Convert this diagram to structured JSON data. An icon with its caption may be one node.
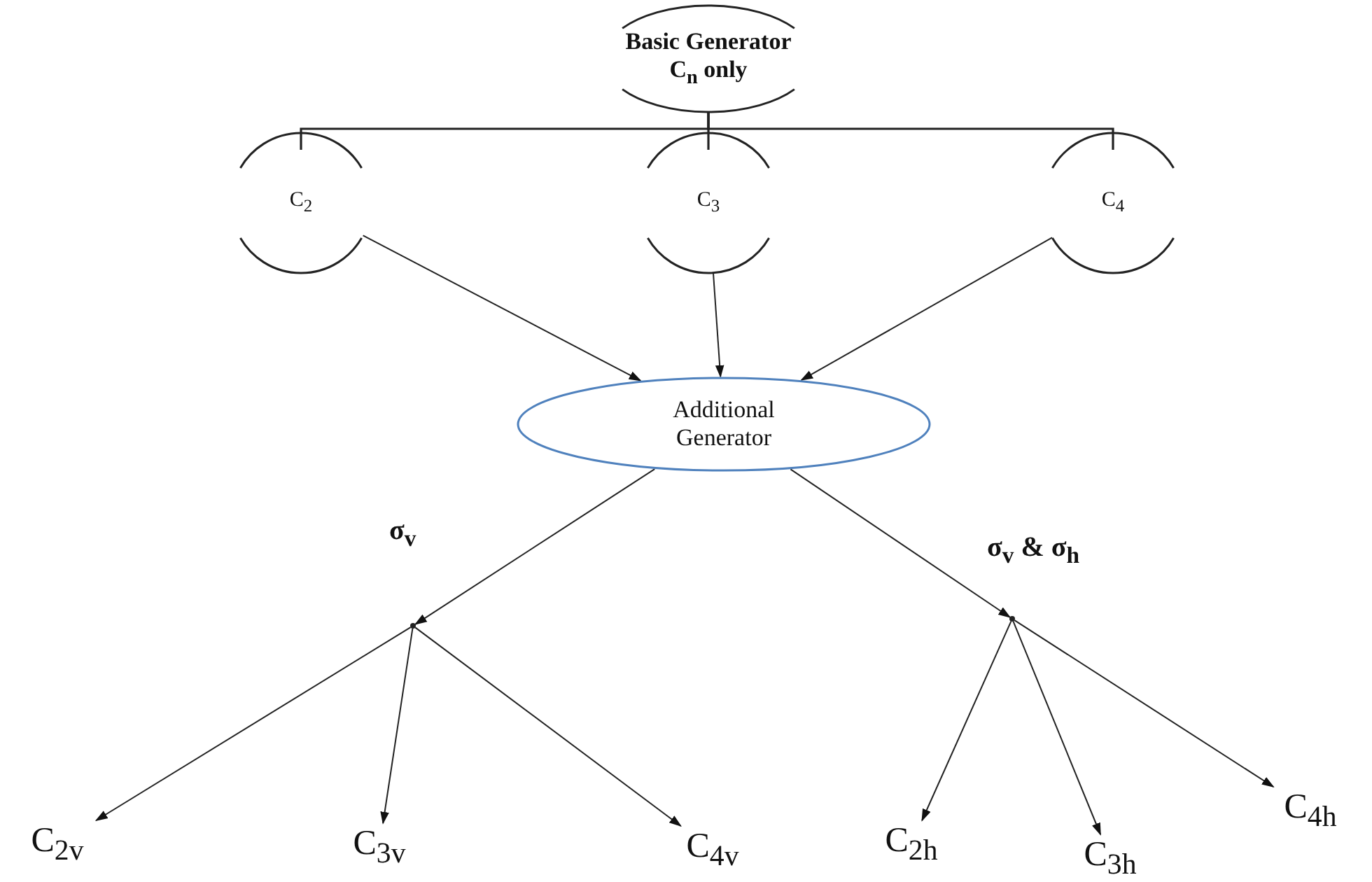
{
  "diagram": {
    "nodes": [
      {
        "text": [
          "Basic Generator",
          "C$_{n}$ only"
        ]
      },
      {
        "text": [
          "C$_{2}$"
        ]
      },
      {
        "text": [
          "C$_{3}$"
        ]
      },
      {
        "text": [
          "C$_{4}$"
        ]
      },
      {
        "text": [
          "Additional Generator"
        ]
      },
      {
        "text": [],
        "shape": "point"
      },
      {
        "text": [],
        "shape": "point"
      },
      {
        "text": [
          "C$_{2v}$"
        ]
      },
      {
        "text": [
          "C$_{3v}$"
        ]
      },
      {
        "text": [
          "C$_{4v}$"
        ]
      },
      {
        "text": [
          "C$_{2h}$"
        ]
      },
      {
        "text": [
          "C$_{3h}$"
        ]
      },
      {
        "text": [
          "C$_{4h}$"
        ]
      }
    ],
    "edges": [
      {
        "from": 0,
        "to": 1,
        "arrow": "none"
      },
      {
        "from": 0,
        "to": 2,
        "arrow": "none"
      },
      {
        "from": 0,
        "to": 3,
        "arrow": "none"
      },
      {
        "from": 1,
        "to": 4,
        "arrow": "to"
      },
      {
        "from": 2,
        "to": 4,
        "arrow": "to"
      },
      {
        "from": 3,
        "to": 4,
        "arrow": "to"
      },
      {
        "from": 4,
        "to": 5,
        "arrow": "to",
        "label": "σ$_{v}$"
      },
      {
        "from": 4,
        "to": 6,
        "arrow": "to",
        "label": "σ$_{v}$ & σ$_{h}$"
      },
      {
        "from": 5,
        "to": 7,
        "arrow": "to"
      },
      {
        "from": 5,
        "to": 8,
        "arrow": "to"
      },
      {
        "from": 5,
        "to": 9,
        "arrow": "to"
      },
      {
        "from": 6,
        "to": 10,
        "arrow": "to"
      },
      {
        "from": 6,
        "to": 11,
        "arrow": "to"
      },
      {
        "from": 6,
        "to": 12,
        "arrow": "to"
      }
    ]
  }
}
